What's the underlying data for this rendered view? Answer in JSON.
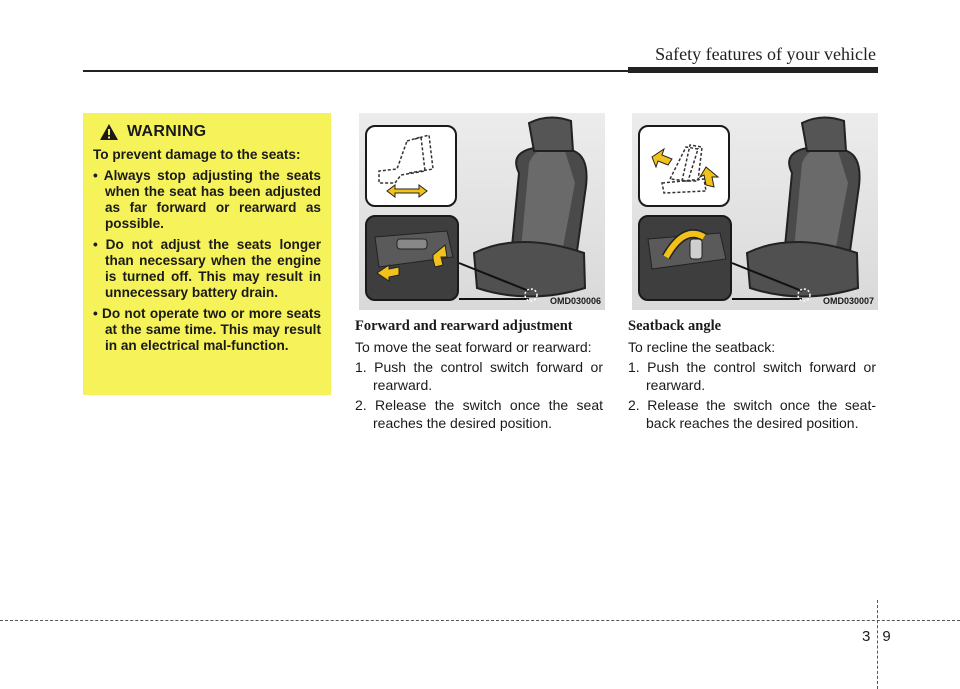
{
  "header": {
    "section_title": "Safety features of your vehicle"
  },
  "warning": {
    "title": "WARNING",
    "intro": "To prevent damage to the seats:",
    "items": [
      "Always stop adjusting the seats when the seat has been adjusted as far forward or rearward as possible.",
      "Do not adjust the seats longer than necessary when the engine is turned off. This may result in unnecessary battery drain.",
      "Do not operate two or more seats at the same time. This may result in an electrical mal-function."
    ]
  },
  "figures": [
    {
      "code": "OMD030006"
    },
    {
      "code": "OMD030007"
    }
  ],
  "forward": {
    "heading": "Forward and rearward adjustment",
    "intro": "To move the seat forward or rearward:",
    "steps": [
      "1. Push the control switch forward or rearward.",
      "2. Release the switch once the seat reaches the desired position."
    ]
  },
  "seatback": {
    "heading": "Seatback angle",
    "intro": "To recline the seatback:",
    "steps": [
      "1. Push the control switch forward or rearward.",
      "2. Release the switch once the seat-back reaches the desired position."
    ]
  },
  "footer": {
    "page": "39"
  },
  "colors": {
    "warning_bg": "#f6f25a",
    "arrow": "#f2c21b"
  },
  "icons": [
    "warning-triangle-icon"
  ]
}
